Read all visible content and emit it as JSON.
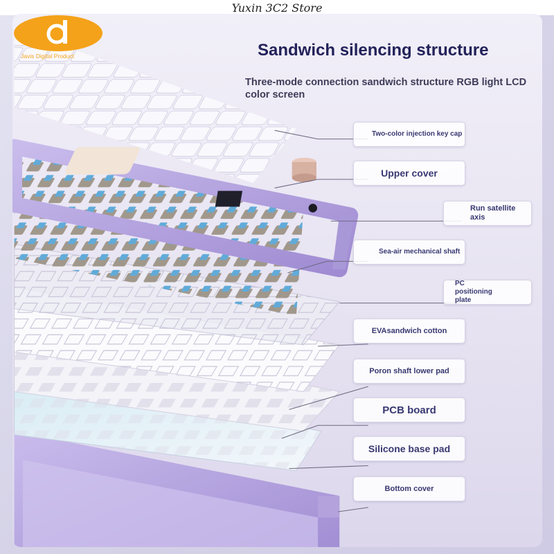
{
  "store": {
    "name": "Yuxin 3C2 Store"
  },
  "logo": {
    "glyph": "letter-d-logo",
    "text": "Javis Digital Product"
  },
  "header": {
    "title": "Sandwich silencing structure",
    "subtitle": "Three-mode connection sandwich structure RGB light LCD color screen"
  },
  "labels": [
    {
      "text": "Two-color injection key cap"
    },
    {
      "text": "Upper cover"
    },
    {
      "text": "Run satellite axis"
    },
    {
      "text": "Sea-air mechanical shaft"
    },
    {
      "text": "PC positioning plate"
    },
    {
      "text": "EVAsandwich cotton"
    },
    {
      "text": "Poron shaft lower pad"
    },
    {
      "text": "PCB board"
    },
    {
      "text": "Silicone base pad"
    },
    {
      "text": "Bottom cover"
    }
  ],
  "colors": {
    "accent": "#f4a21a",
    "title": "#23225a",
    "label_text": "#383872",
    "keyboard_purple": "#b6a6dd",
    "switch_blue": "#5aa8d8"
  }
}
